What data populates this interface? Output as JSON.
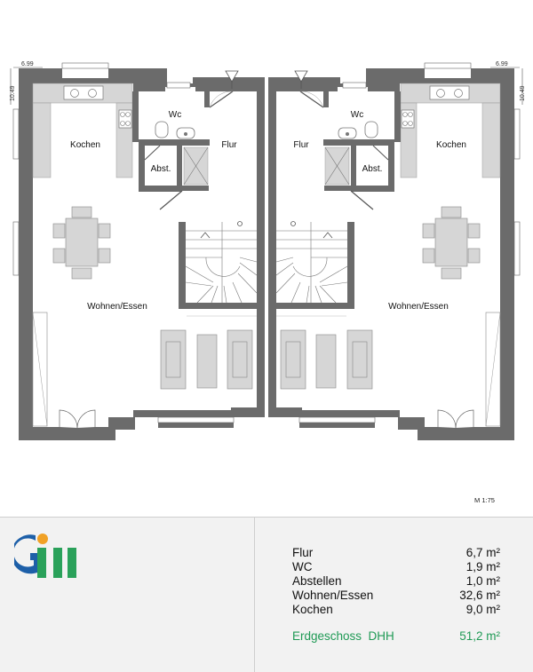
{
  "plan": {
    "dimension_width": "6.99",
    "dimension_depth": "10.49",
    "rooms": {
      "wc": "Wc",
      "flur": "Flur",
      "kochen": "Kochen",
      "abstellraum": "Abst.",
      "wohnen_essen": "Wohnen/Essen"
    },
    "scale": "M 1:75"
  },
  "areas": [
    {
      "label": "Flur",
      "value": "6,7 m²"
    },
    {
      "label": "WC",
      "value": "1,9 m²"
    },
    {
      "label": "Abstellen",
      "value": "1,0 m²"
    },
    {
      "label": "Wohnen/Essen",
      "value": "32,6 m²"
    },
    {
      "label": "Kochen",
      "value": "9,0 m²"
    }
  ],
  "total": {
    "label": "Erdgeschoss  DHH",
    "value": "51,2 m²"
  },
  "colors": {
    "wall": "#6b6b6b",
    "furniture": "#d6d6d6",
    "logo_blue": "#1d5fa8",
    "logo_orange": "#f0a126",
    "logo_green": "#2aa15a",
    "total_green": "#1f9a55"
  }
}
